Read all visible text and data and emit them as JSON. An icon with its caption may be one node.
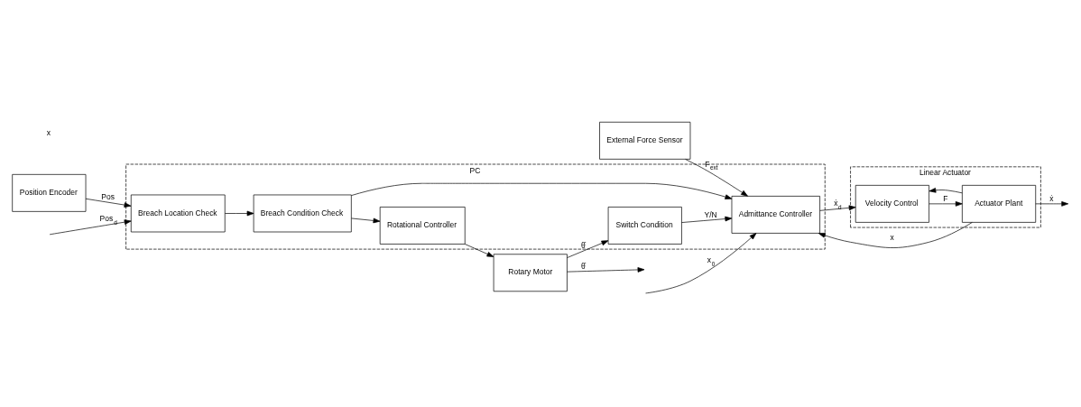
{
  "diagram": {
    "nodes": [
      {
        "text": [
          "External Force Sensor"
        ]
      },
      {
        "text": [
          "PC"
        ]
      },
      {
        "text": [
          "Position Encoder"
        ]
      },
      {
        "text": [
          "Breach Location Check"
        ],
        "in": 1
      },
      {
        "text": [
          "Breach Condition Check"
        ],
        "in": 1
      },
      {
        "text": [
          "Admittance Controller"
        ],
        "in": 1
      },
      {
        "text": [
          "Switch Condition"
        ],
        "in": 1
      },
      {
        "text": [
          "Rotational Controller"
        ],
        "in": 1
      },
      {
        "text": [
          "Linear Actuator"
        ]
      },
      {
        "text": [
          "Velocity Control"
        ],
        "in": 8
      },
      {
        "text": [
          "Actuator Plant"
        ],
        "in": 8
      },
      {
        "text": [
          "Rotary Motor"
        ]
      }
    ],
    "edges": [
      {
        "from": 0,
        "to": 5,
        "arrow": "to",
        "label": "F$_{ext}$"
      },
      {
        "from": null,
        "to": 5,
        "arrow": "to",
        "label": "x$_{0}$"
      },
      {
        "from": null,
        "to": 3,
        "arrow": "to",
        "label": "Pos$_{d}$"
      },
      {
        "from": 2,
        "to": 3,
        "arrow": "to",
        "label": "Pos"
      },
      {
        "from": 3,
        "to": 4,
        "arrow": "to"
      },
      {
        "from": 4,
        "to": 5,
        "arrow": "to"
      },
      {
        "from": 4,
        "to": 7,
        "arrow": "to"
      },
      {
        "from": 5,
        "to": 9,
        "arrow": "to",
        "label": "ẋ$_{d}$"
      },
      {
        "from": 9,
        "to": 10,
        "arrow": "to",
        "label": "F"
      },
      {
        "from": 10,
        "to": null,
        "arrow": "to",
        "label": "ẋ"
      },
      {
        "from": 10,
        "to": 9,
        "arrow": "to"
      },
      {
        "from": 10,
        "to": 5,
        "arrow": "to",
        "label": "x"
      },
      {
        "from": 6,
        "to": 5,
        "arrow": "to",
        "label": "Y/N"
      },
      {
        "from": 7,
        "to": 11,
        "arrow": "to"
      },
      {
        "from": 11,
        "to": null,
        "arrow": "to",
        "label": "θ̇"
      },
      {
        "from": 11,
        "to": 6,
        "arrow": "to",
        "label": "θ̇"
      }
    ],
    "labels": [
      "x"
    ]
  }
}
